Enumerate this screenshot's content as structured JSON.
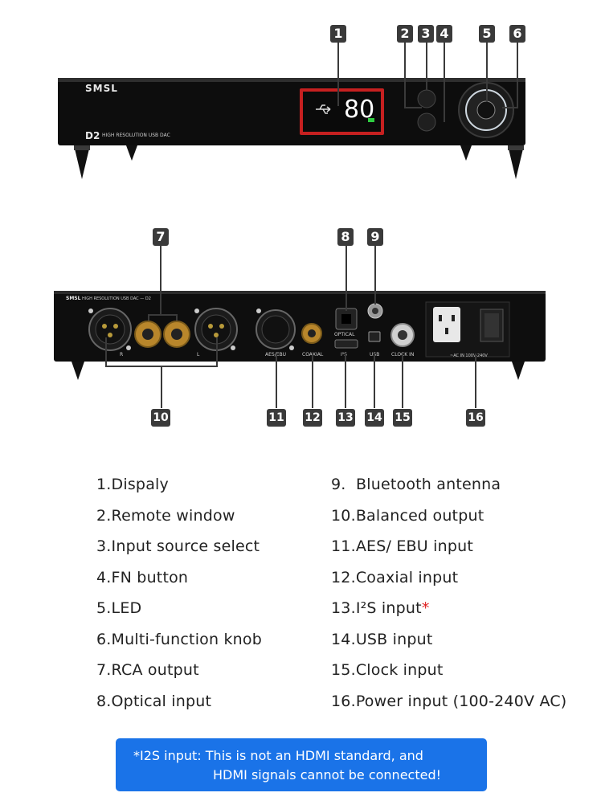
{
  "front_panel": {
    "brand": "SMSL",
    "model": "D2",
    "subtitle": "HIGH RESOLUTION USB DAC",
    "display": {
      "value": "80"
    }
  },
  "rear_panel": {
    "header": "HIGH RESOLUTION USB DAC — D2",
    "labels": {
      "right": "R",
      "left": "L",
      "aes": "AES/EBU",
      "coaxial": "COAXIAL",
      "optical": "OPTICAL",
      "i2s": "I²S",
      "usb": "USB",
      "clock": "CLOCK IN",
      "power": "~AC IN 100V-240V"
    }
  },
  "callouts": [
    "1",
    "2",
    "3",
    "4",
    "5",
    "6",
    "7",
    "8",
    "9",
    "10",
    "11",
    "12",
    "13",
    "14",
    "15",
    "16"
  ],
  "legend_left": [
    {
      "text": "1.Dispaly"
    },
    {
      "text": "2.Remote window"
    },
    {
      "text": "3.Input source select"
    },
    {
      "text": "4.FN button"
    },
    {
      "text": "5.LED"
    },
    {
      "text": "6.Multi-function knob"
    },
    {
      "text": "7.RCA output"
    },
    {
      "text": "8.Optical input"
    }
  ],
  "legend_right": [
    {
      "text": "9.  Bluetooth antenna"
    },
    {
      "text": "10.Balanced output"
    },
    {
      "text": "11.AES/ EBU input"
    },
    {
      "text": "12.Coaxial input"
    },
    {
      "text": "13.I²S input",
      "star": "*"
    },
    {
      "text": "14.USB input"
    },
    {
      "text": "15.Clock input"
    },
    {
      "text": "16.Power input (100-240V AC)"
    }
  ],
  "note": {
    "line1": "*I2S input: This is not an HDMI standard, and",
    "line2": "HDMI signals cannot be connected!"
  },
  "colors": {
    "note_bg": "#1a73e8",
    "badge": "#3a3a3a",
    "star": "#e02020"
  }
}
